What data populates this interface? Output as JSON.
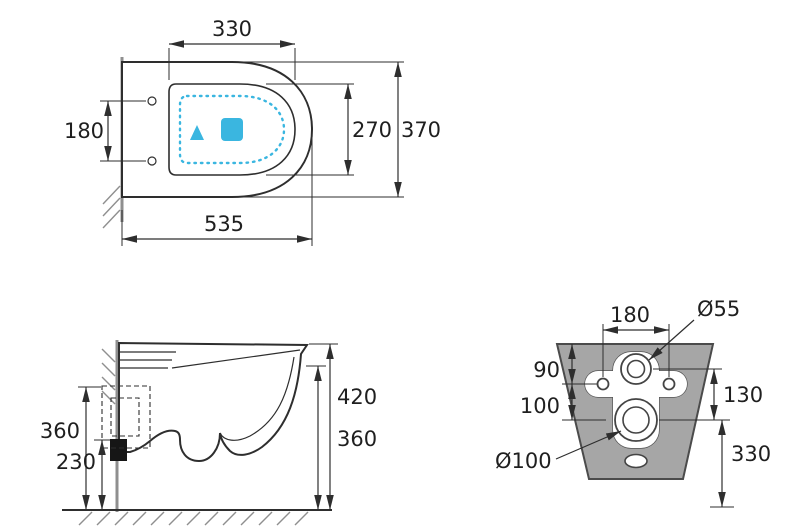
{
  "diagram": {
    "top_view": {
      "seat_width": "330",
      "hinge_hole_spacing": "180",
      "inner_depth": "270",
      "bowl_width": "370",
      "total_depth": "535"
    },
    "side_view": {
      "total_height": "420",
      "rim_height": "360",
      "frame_height": "360",
      "outlet_height": "230"
    },
    "rear_view": {
      "fixing_hole_spacing": "180",
      "inlet_diameter": "Ø55",
      "top_to_holes": "90",
      "holes_to_drain": "100",
      "inlet_to_drain": "130",
      "drain_diameter": "Ø100",
      "drain_height": "330"
    },
    "colors": {
      "line": "#2e2e2e",
      "wall": "#8f8f8f",
      "flush_path": "#3ab6e0",
      "ceramic_fill": "#a6a6a6"
    }
  }
}
